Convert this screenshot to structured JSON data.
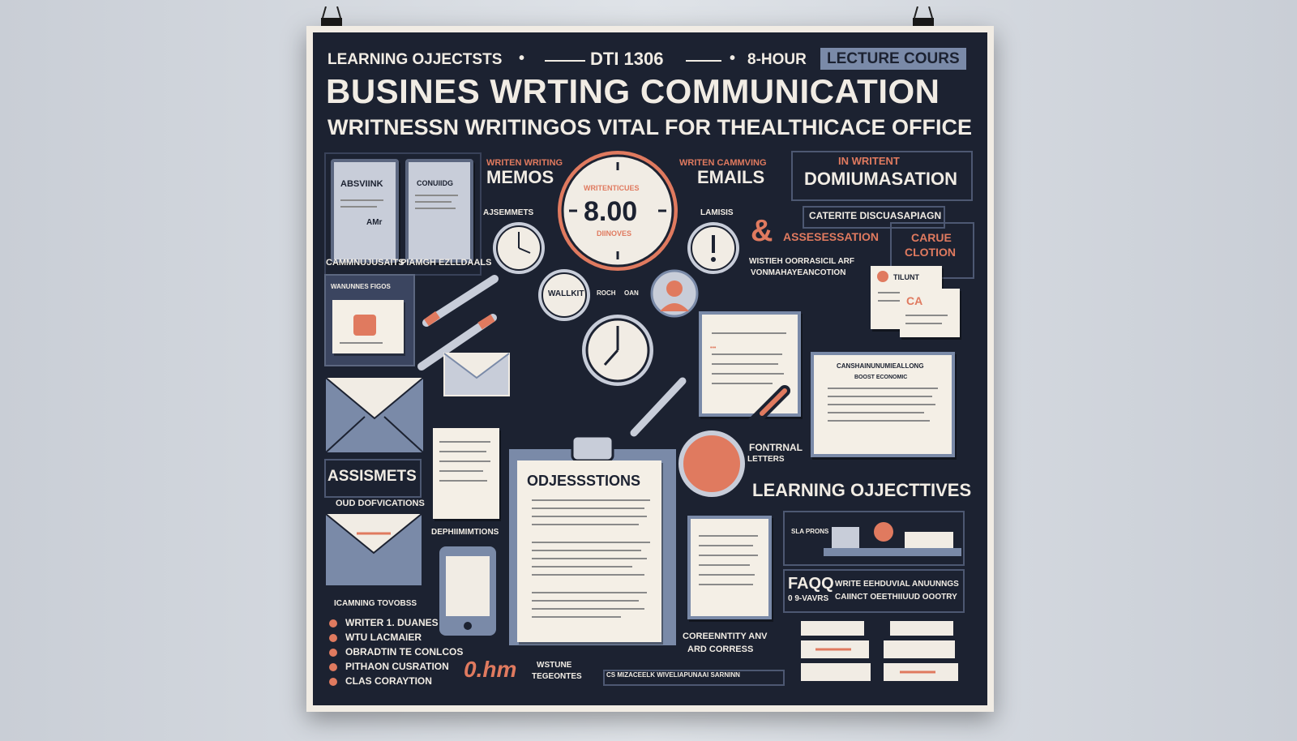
{
  "top_bar": {
    "learning": "LEARNING OJJECTSTS",
    "code": "DTI 1306",
    "hour": "8-HOUR",
    "lecture": "LECTURE COURS"
  },
  "title": "BUSINES WRTING COMMUNICATION",
  "subtitle": "WRITNESSN WRITINGOS VITAL FOR THEALTHICACE OFFICE",
  "clock": {
    "top": "WRITENTICUES",
    "time": "8.00",
    "bottom": "DIINOVES"
  },
  "labels": {
    "written_writing": "WRITEN WRITING",
    "memos": "MEMOS",
    "written_camm": "WRITEN CAMMVING",
    "emails": "EMAILS",
    "in_written": "IN WRITENT",
    "documentation": "DOMIUMASATION",
    "caterite": "CATERITE DISCUASAPIAGN",
    "ajsements": "AJSEMMETS",
    "lamisis": "LAMISIS",
    "amp": "&",
    "assesessation": "ASSESESSATION",
    "carue": "CARUE",
    "clotion": "CLOTION",
    "wistieh": "WISTIEH OORRASICIL ARF",
    "vonmah": "VONMAHAYEANCOTION",
    "camm_aits": "CAMMNUJUSAITS",
    "piamgh": "PIAMGH EZLLDAALS",
    "wannes": "WANUNNES FIGOS",
    "absvink": "ABSVIINK",
    "amr": "AMr",
    "conuidg": "CONUIIDG",
    "wallkit": "WALLKIT",
    "roch": "ROCH",
    "oan": "OAN",
    "tilunt": "TILUNT",
    "ca": "CA",
    "canshain": "CANSHAINUNUMIEALLONG",
    "boost": "BOOST ECONOMIC",
    "fontrnal": "FONTRNAL",
    "letters": "LETTERS",
    "assisments": "ASSISMETS",
    "oud_docs": "OUD DOFVICATIONS",
    "objessions": "ODJESSSTIONS",
    "learning_objectives": "LEARNING OJJECTTIVES",
    "dephiimintions": "DEPHIIMIMTIONS",
    "icamning": "ICAMNING TOVOBSS",
    "faqq": "FAQQ",
    "faq_sub": "0 9-VAVRS",
    "write_line1": "WRITE EEHDUVIAL ANUUNNGS",
    "write_line2": "CAIINCT OEETHIIUUD OOOTRY",
    "coreenty": "COREENNTITY ANV",
    "corress": "ARD CORRESS",
    "ohm": "0.hm",
    "wistune1": "WSTUNE",
    "wistune2": "TEGEONTES",
    "cs_line": "CS MIZACEELK WIVELIAPUNAAI SARNINN",
    "sla_prons": "SLA PRONS"
  },
  "bullets": [
    "WRITER 1. DUANES",
    "WTU LACMAIER",
    "OBRADTIN TE CONLCOS",
    "PITHAON CUSRATION",
    "CLAS CORAYTION"
  ],
  "colors": {
    "board": "#1c2231",
    "accent": "#e07a5f",
    "paper": "#f1ece4",
    "slate": "#7a8aa8"
  }
}
